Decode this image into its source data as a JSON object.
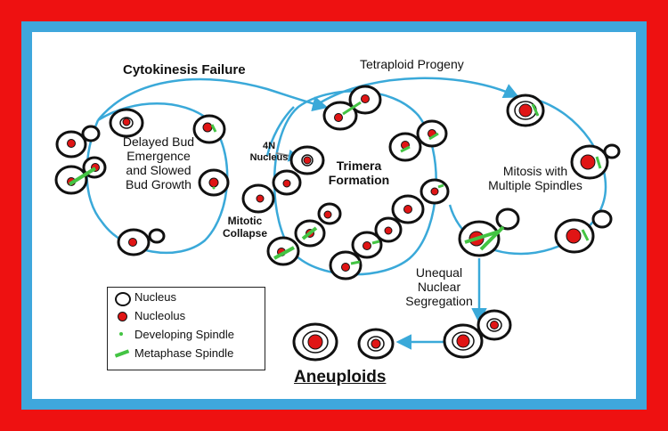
{
  "labels": {
    "cytokinesis_failure": "Cytokinesis Failure",
    "tetraploid_progeny": "Tetraploid Progeny",
    "delayed_bud": [
      "Delayed Bud",
      "Emergence",
      "and Slowed",
      "Bud Growth"
    ],
    "four_n_nucleus": [
      "4N",
      "Nucleus"
    ],
    "trimera_formation": [
      "Trimera",
      "Formation"
    ],
    "mitotic_collapse": [
      "Mitotic",
      "Collapse"
    ],
    "mitosis_multiple_spindles": [
      "Mitosis with",
      "Multiple Spindles"
    ],
    "unequal_segregation": [
      "Unequal",
      "Nuclear",
      "Segregation"
    ],
    "aneuploids": "Aneuploids"
  },
  "legend": {
    "items": [
      {
        "label": "Nucleus",
        "icon": "nucleus-icon"
      },
      {
        "label": "Nucleolus",
        "icon": "nucleolus-icon"
      },
      {
        "label": "Developing Spindle",
        "icon": "developing-spindle-icon"
      },
      {
        "label": "Metaphase Spindle",
        "icon": "metaphase-spindle-icon"
      }
    ]
  },
  "colors": {
    "outer_border": "#ee1111",
    "inner_border": "#3fa7dc",
    "arrow": "#3aa9d9",
    "nucleolus": "#e01515",
    "spindle": "#43c443",
    "outline": "#111111"
  }
}
